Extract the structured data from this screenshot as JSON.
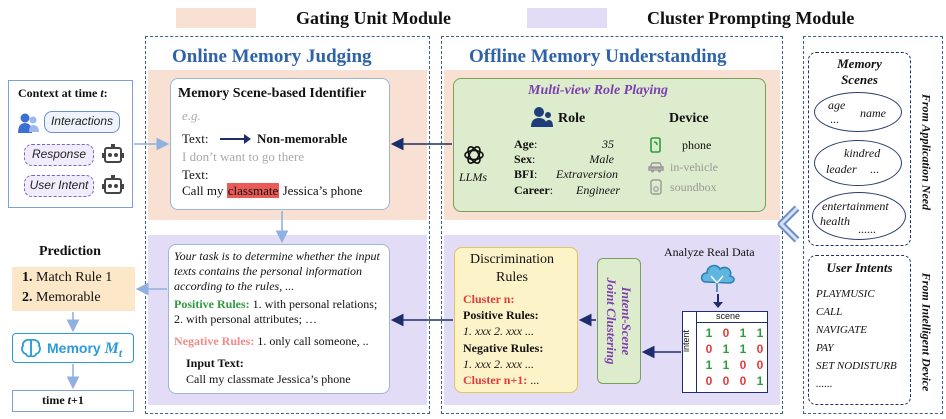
{
  "legend": {
    "gating": "Gating Unit Module",
    "cluster": "Cluster Prompting Module",
    "gating_color": "#f8e0d2",
    "cluster_color": "#e3dcf7"
  },
  "online": {
    "title": "Online Memory Judging",
    "identifier": {
      "title": "Memory Scene-based Identifier",
      "eg": "e.g.",
      "text_label_1": "Text:",
      "result_1": "Non-memorable",
      "text_1": "I don’t want to go there",
      "text_label_2": "Text:",
      "text_2_before": "Call my",
      "text_2_highlight": "classmate",
      "text_2_after": "Jessica’s phone"
    },
    "prompt": {
      "instruction": "Your task is to determine whether the input texts contains the personal information according to the rules, ...",
      "positive_label": "Positive Rules:",
      "positive_text": "1. with personal relations; 2. with personal attributes; …",
      "negative_label": "Negative Rules:",
      "negative_text": "1. only call someone, ..",
      "input_label": "Input Text:",
      "input_text": "Call my classmate Jessica’s phone"
    }
  },
  "context": {
    "title_prefix": "Context at time ",
    "title_var": "t",
    "title_suffix": ":",
    "interactions": "Interactions",
    "response": "Response",
    "user_intent": "User Intent"
  },
  "prediction": {
    "title": "Prediction",
    "item1_num": "1.",
    "item1": "Match Rule 1",
    "item2_num": "2.",
    "item2": "Memorable",
    "memory_label": "Memory",
    "memory_var": "M",
    "memory_sub": "t",
    "time_label": "time ",
    "time_var": "t",
    "time_suffix": "+1"
  },
  "offline": {
    "title": "Offline Memory Understanding",
    "roleplay": {
      "title": "Multi-view Role Playing",
      "role_header": "Role",
      "device_header": "Device",
      "llms": "LLMs",
      "attributes": [
        {
          "label": "Age",
          "value": "35"
        },
        {
          "label": "Sex",
          "value": "Male"
        },
        {
          "label": "BFI",
          "value": "Extraversion"
        },
        {
          "label": "Career",
          "value": "Engineer"
        }
      ],
      "devices": [
        "phone",
        "in-vehicle",
        "soundbox"
      ]
    },
    "rules": {
      "title_line1": "Discrimination",
      "title_line2": "Rules",
      "cluster_n": "Cluster n:",
      "positive": "Positive Rules:",
      "positive_items": "1. xxx 2. xxx ...",
      "negative": "Negative Rules:",
      "negative_items": "1.  xxx 2. xxx ...",
      "cluster_n1": "Cluster n+1:",
      "cluster_n1_tail": "..."
    },
    "clustering": {
      "label_line1": "Intent-Scene",
      "label_line2": "Joint Clustering",
      "analyze": "Analyze Real Data",
      "matrix_col": "scene",
      "matrix_row": "intent",
      "matrix": [
        [
          "1",
          "0",
          "1",
          "1"
        ],
        [
          "0",
          "1",
          "1",
          "0"
        ],
        [
          "1",
          "1",
          "0",
          "0"
        ],
        [
          "0",
          "0",
          "0",
          "1"
        ]
      ]
    }
  },
  "right": {
    "scenes": {
      "title_line1": "Memory",
      "title_line2": "Scenes",
      "items": [
        "age",
        "name",
        "...",
        "kindred",
        "leader",
        "...",
        "entertainment",
        "health",
        "......"
      ]
    },
    "intents": {
      "title": "User Intents",
      "items": [
        "PLAYMUSIC",
        "CALL",
        "NAVIGATE",
        "PAY",
        "SET NODISTURB",
        "......"
      ]
    },
    "side_label_1": "From Application Need",
    "side_label_2": "From Intelligent Device"
  }
}
